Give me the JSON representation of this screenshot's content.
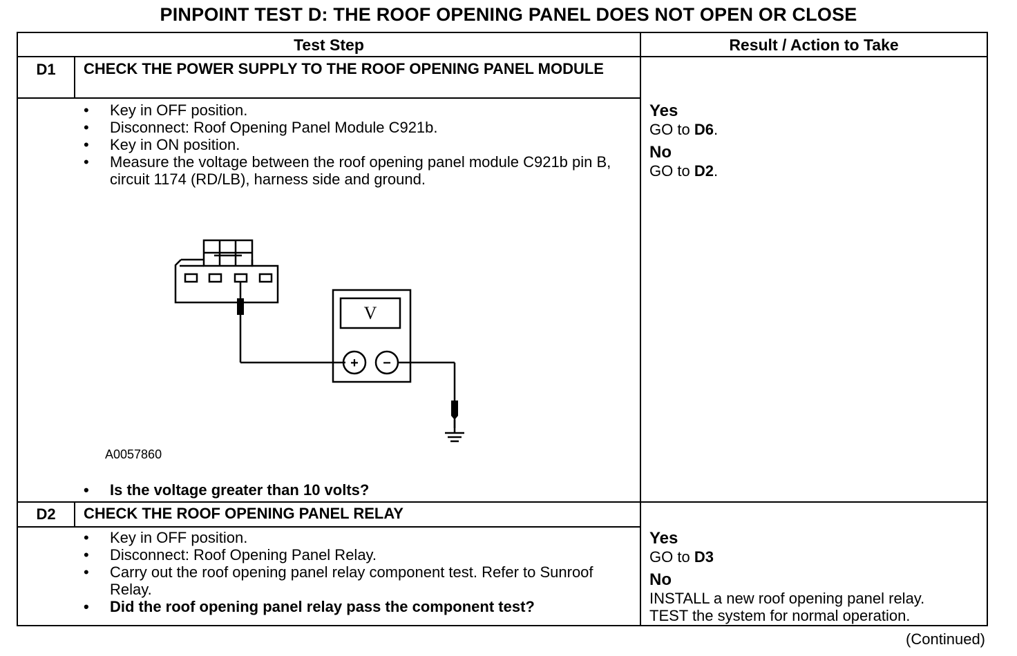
{
  "title": "PINPOINT TEST  D: THE ROOF OPENING PANEL DOES NOT OPEN OR CLOSE",
  "table": {
    "headers": {
      "test_step": "Test Step",
      "result": "Result / Action to Take"
    },
    "steps": [
      {
        "id": "D1",
        "title": "CHECK THE POWER SUPPLY TO THE ROOF OPENING PANEL MODULE",
        "bullets": [
          "Key in OFF position.",
          "Disconnect: Roof Opening Panel Module C921b.",
          "Key in ON position.",
          "Measure the voltage between the roof opening panel module C921b pin B, circuit 1174 (RD/LB), harness side and ground."
        ],
        "figure": {
          "meter_symbol": "V",
          "plus": "+",
          "minus": "−",
          "figure_id": "A0057860"
        },
        "question": "Is the voltage greater than 10 volts?",
        "results": {
          "yes_label": "Yes",
          "yes_prefix": "GO to",
          "yes_target": "D6",
          "yes_suffix": ".",
          "no_label": "No",
          "no_prefix": "GO to",
          "no_target": "D2",
          "no_suffix": "."
        }
      },
      {
        "id": "D2",
        "title": "CHECK THE ROOF OPENING PANEL RELAY",
        "bullets": [
          "Key in OFF position.",
          "Disconnect: Roof Opening Panel Relay.",
          "Carry out the roof opening panel relay component test. Refer to Sunroof Relay."
        ],
        "question": "Did the roof opening panel relay pass the component test?",
        "results": {
          "yes_label": "Yes",
          "yes_prefix": "GO to",
          "yes_target": "D3",
          "no_label": "No",
          "no_line1": "INSTALL a new roof opening panel relay.",
          "no_line2": "TEST the system for normal operation."
        }
      }
    ]
  },
  "footer": {
    "continued": "(Continued)"
  }
}
